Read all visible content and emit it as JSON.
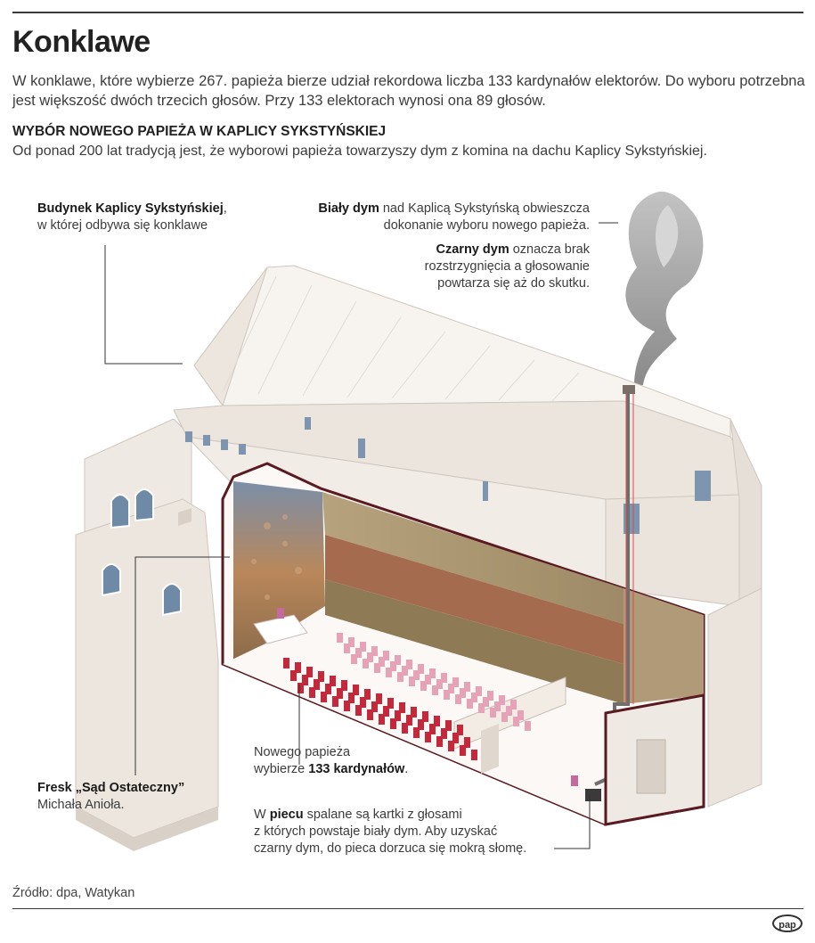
{
  "title": "Konklawe",
  "intro": " W konklawe, które wybierze 267. papieża bierze udział rekordowa liczba 133 kardynałów elektorów. Do wyboru potrzebna jest większość dwóch trzecich głosów. Przy 133 elektorach wynosi ona 89 głosów.",
  "section_heading": "WYBÓR NOWEGO PAPIEŻA W KAPLICY SYKSTYŃSKIEJ",
  "section_text": "Od ponad 200 lat tradycją jest, że wyborowi papieża towarzyszy dym z komina na dachu Kaplicy Sykstyńskiej.",
  "labels": {
    "building": {
      "bold": "Budynek Kaplicy Sykstyńskiej",
      "rest1": ",",
      "rest2": "w której odbywa się konklawe"
    },
    "white_smoke": {
      "bold": "Biały dym",
      "rest1": " nad Kaplicą Sykstyńską obwieszcza",
      "rest2": "dokonanie wyboru nowego papieża."
    },
    "black_smoke": {
      "bold": "Czarny dym",
      "rest1": " oznacza brak",
      "rest2": "rozstrzygnięcia a głosowanie",
      "rest3": "powtarza się aż do skutku."
    },
    "fresco": {
      "bold": "Fresk „Sąd Ostateczny”",
      "rest2": "Michała Anioła."
    },
    "cardinals": {
      "line1": "Nowego papieża",
      "pre2": "wybierze ",
      "bold": "133 kardynałów",
      "post2": "."
    },
    "stove": {
      "pre1": "W ",
      "bold": "piecu",
      "post1": " spalane są kartki z głosami",
      "line2": "z których powstaje biały dym. Aby uzyskać",
      "line3": "czarny dym, do pieca dorzuca się mokrą słomę."
    }
  },
  "source": "Źródło: dpa, Watykan",
  "logo": "pap",
  "colors": {
    "wall": "#f2ede8",
    "roof": "#f7f4f0",
    "cutline": "#5a1a22",
    "robe": "#c4283a",
    "smoke": "#8a8a8a"
  }
}
